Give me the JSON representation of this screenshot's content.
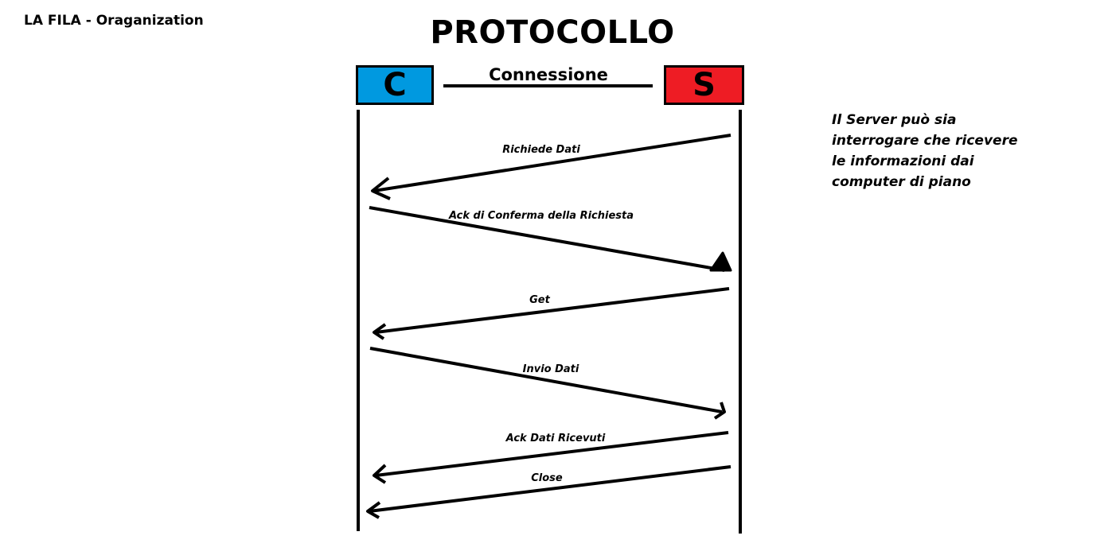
{
  "header": {
    "org": "LA FILA - Oraganization",
    "title": "PROTOCOLLO"
  },
  "participants": {
    "client": {
      "label": "C",
      "color": "#0099e0"
    },
    "server": {
      "label": "S",
      "color": "#ee1c24"
    }
  },
  "connection_label": "Connessione",
  "messages": [
    {
      "label": "Richiede Dati",
      "from": "server",
      "to": "client"
    },
    {
      "label": "Ack di Conferma della Richiesta",
      "from": "client",
      "to": "server"
    },
    {
      "label": "Get",
      "from": "server",
      "to": "client"
    },
    {
      "label": "Invio Dati",
      "from": "client",
      "to": "server"
    },
    {
      "label": "Ack Dati Ricevuti",
      "from": "server",
      "to": "client"
    },
    {
      "label": "Close",
      "from": "server",
      "to": "client"
    }
  ],
  "note": {
    "lines": [
      "Il Server può sia",
      "interrogare che ricevere",
      "le informazioni dai",
      "computer di piano"
    ]
  }
}
